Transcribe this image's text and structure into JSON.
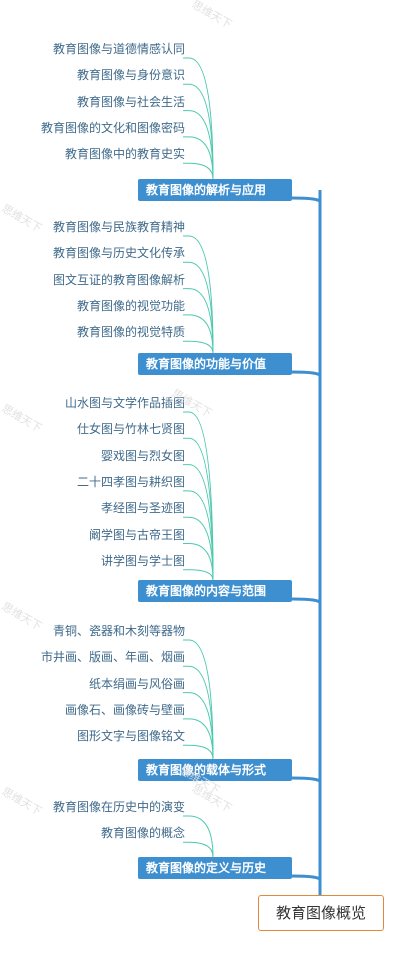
{
  "root": "教育图像概览",
  "branches": [
    {
      "label": "教育图像的解析与应用",
      "leaves": [
        "教育图像与道德情感认同",
        "教育图像与身份意识",
        "教育图像与社会生活",
        "教育图像的文化和图像密码",
        "教育图像中的教育史实"
      ]
    },
    {
      "label": "教育图像的功能与价值",
      "leaves": [
        "教育图像与民族教育精神",
        "教育图像与历史文化传承",
        "图文互证的教育图像解析",
        "教育图像的视觉功能",
        "教育图像的视觉特质"
      ]
    },
    {
      "label": "教育图像的内容与范围",
      "leaves": [
        "山水图与文学作品插图",
        "仕女图与竹林七贤图",
        "婴戏图与烈女图",
        "二十四孝图与耕织图",
        "孝经图与圣迹图",
        "阚学图与古帝王图",
        "讲学图与学士图"
      ]
    },
    {
      "label": "教育图像的载体与形式",
      "leaves": [
        "青铜、瓷器和木刻等器物",
        "市井画、版画、年画、烟画",
        "纸本绢画与风俗画",
        "画像石、画像砖与壁画",
        "图形文字与图像铭文"
      ]
    },
    {
      "label": "教育图像的定义与历史",
      "leaves": [
        "教育图像在历史中的演变",
        "教育图像的概念"
      ]
    }
  ],
  "colors": {
    "branch_fill": "#3d8fd0",
    "trunk": "#3d8fd0",
    "leaf_line": "#4ec9b0",
    "root_border": "#e08a3a",
    "leaf_text": "#3f6a8a"
  },
  "watermark": "思维天下"
}
